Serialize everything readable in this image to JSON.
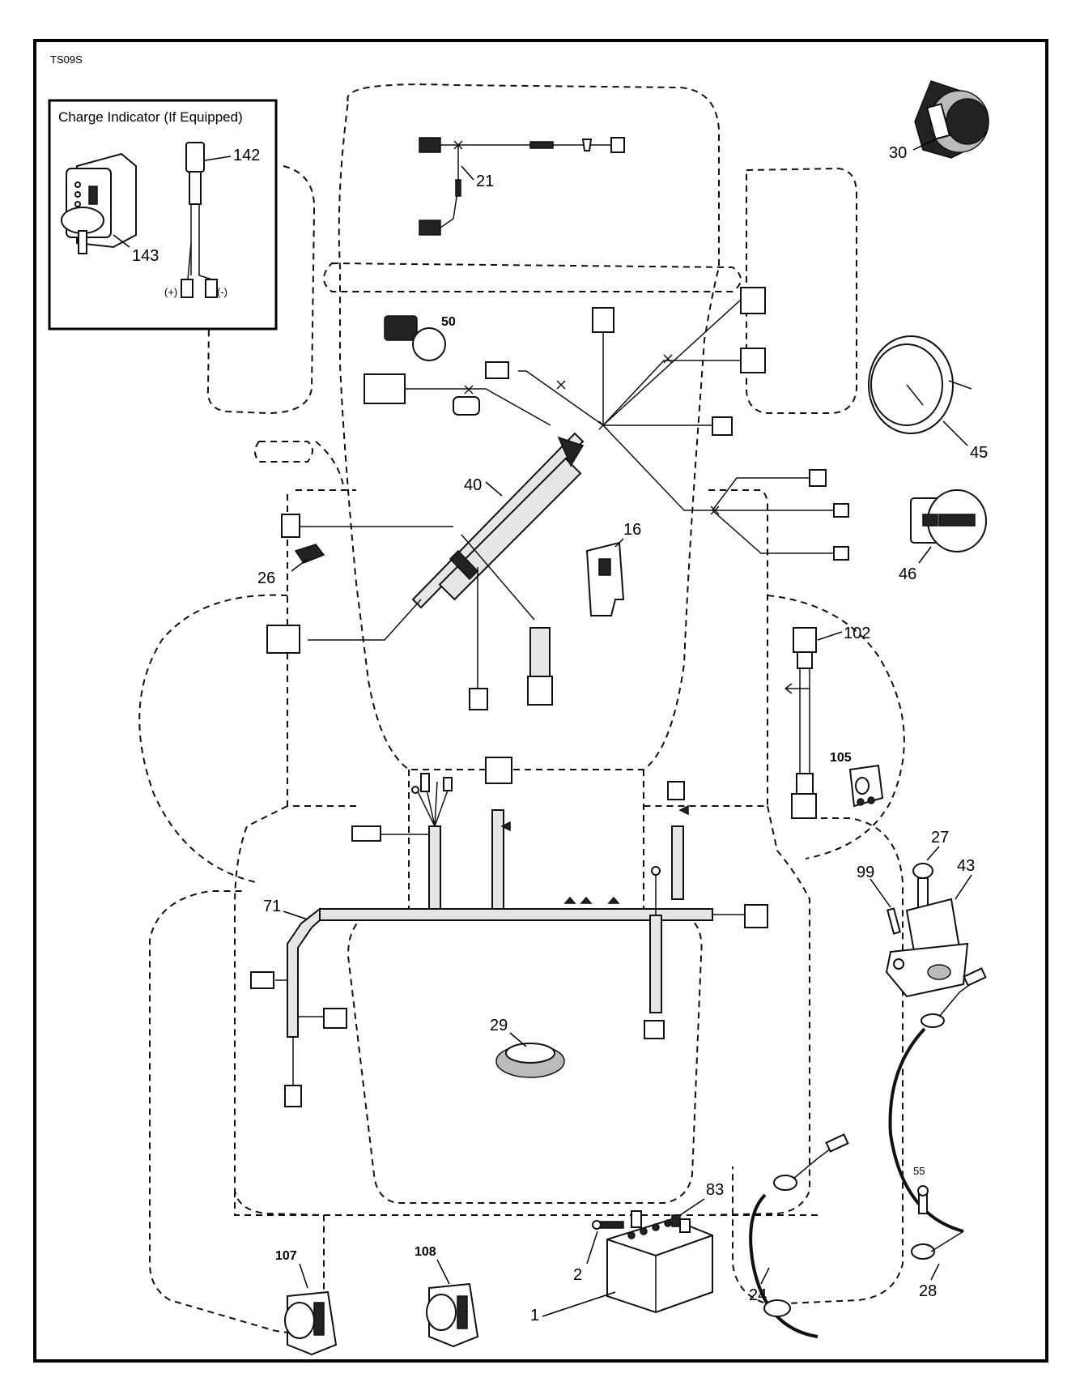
{
  "diagram_code": "TS09S",
  "inset": {
    "title": "Charge Indicator (If Equipped)",
    "plus": "(+)",
    "minus": "(-)"
  },
  "callouts": {
    "c1": "1",
    "c2": "2",
    "c16": "16",
    "c21": "21",
    "c24": "24",
    "c26": "26",
    "c27": "27",
    "c28": "28",
    "c29": "29",
    "c30": "30",
    "c40": "40",
    "c43": "43",
    "c45": "45",
    "c46": "46",
    "c50": "50",
    "c55": "55",
    "c71": "71",
    "c83": "83",
    "c99": "99",
    "c102": "102",
    "c105": "105",
    "c107": "107",
    "c108": "108",
    "c142": "142",
    "c143": "143"
  }
}
